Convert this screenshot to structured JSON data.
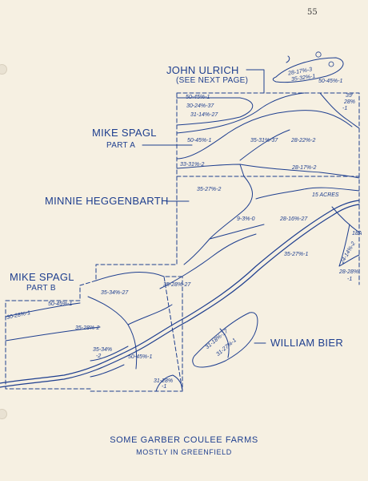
{
  "page_number": "55",
  "owners": {
    "john_ulrich": "JOHN ULRICH",
    "see_next_page": "(SEE NEXT PAGE)",
    "mike_spagl_a": "MIKE SPAGL",
    "part_a": "PART A",
    "minnie": "MINNIE HEGGENBARTH",
    "mike_spagl_b": "MIKE SPAGL",
    "part_b": "PART B",
    "william_bier": "WILLIAM BIER"
  },
  "soil_notes": {
    "n1": "28-17%-3",
    "n2": "35-32%-1",
    "n3": "50-45%-1",
    "n4": "35",
    "n5": "28%",
    "n6": "-1",
    "n7": "50-45%-1",
    "n8": "30-24%-37",
    "n9": "31-14%-27",
    "n10": "50-45%-1",
    "n11": "35-31%-37",
    "n12": "28-22%-2",
    "n13": "33-31%-2",
    "n14": "28-17%-2",
    "n15": "35-27%-2",
    "n16": "15 ACRES",
    "n17": "9-3%-0",
    "n18": "28-16%-27",
    "n19": "35-27%-1",
    "n20": "18A",
    "n21": "24-14%-2",
    "n22": "28-28%",
    "n23": "-1",
    "n24": "35-34%-27",
    "n25": "35-28%-27",
    "n26": "50-45%-1",
    "n27": "30-28%-1",
    "n28": "35-28%-2",
    "n29": "35-34%",
    "n30": "-2",
    "n31": "50-45%-1",
    "n32": "31-18%-17",
    "n33": "31-27%-1",
    "n34": "31-28%",
    "n35": "-1"
  },
  "caption": {
    "line1": "SOME GARBER COULEE FARMS",
    "line2": "MOSTLY IN GREENFIELD"
  },
  "colors": {
    "ink": "#1f3f8f",
    "paper": "#f6f0e2"
  }
}
